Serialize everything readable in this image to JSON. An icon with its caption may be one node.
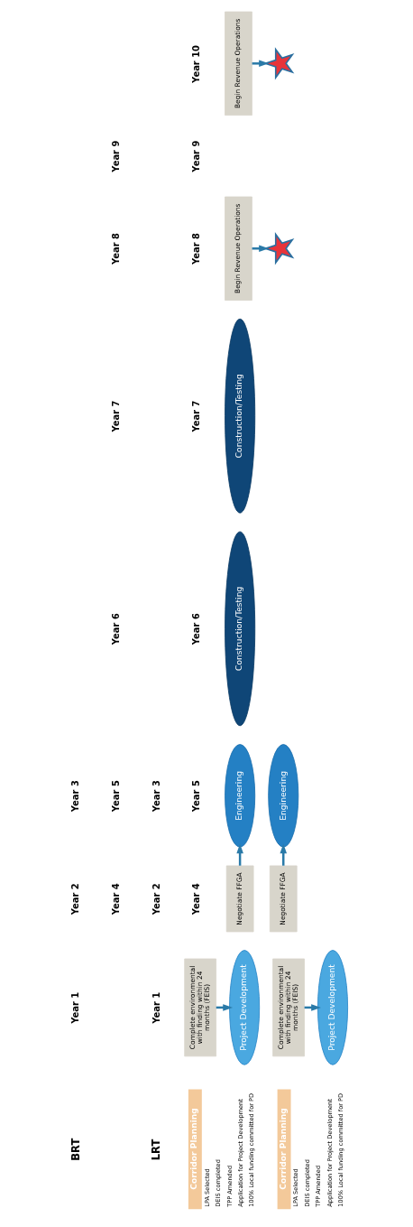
{
  "diagram": {
    "nodes": [
      {
        "text": [
          "Corridor Planning"
        ],
        "beside": [
          "LPA Selected",
          "DEIS completed",
          "TPP Amended",
          "Application for Project Development",
          "100% Local funding committed for PD"
        ]
      },
      {
        "text": [
          "Project Development"
        ]
      },
      {
        "text": [
          "Engineering"
        ]
      },
      {
        "text": [
          "Construction/Testing"
        ]
      },
      {
        "text": [],
        "shape": "star"
      },
      {
        "text": [
          "Complete environmental with finding within 24 months (FEIS)"
        ]
      },
      {
        "text": [
          "Negotiate FFGA"
        ]
      },
      {
        "text": [
          "Begin Revenue Operations"
        ]
      },
      {
        "text": [
          "Corridor Planning"
        ],
        "beside": [
          "LPA Selected",
          "DEIS completed",
          "TPP Amended",
          "Application for Project Development",
          "100% Local funding committed for PD"
        ]
      },
      {
        "text": [
          "Project Development"
        ]
      },
      {
        "text": [
          "Engineering"
        ]
      },
      {
        "text": [
          "Construction/Testing"
        ]
      },
      {
        "text": [],
        "shape": "star"
      },
      {
        "text": [
          "Complete environmental with finding within 24 months (FEIS)"
        ]
      },
      {
        "text": [
          "Negotiate FFGA"
        ]
      },
      {
        "text": [
          "Begin Revenue Operations"
        ]
      }
    ],
    "edges": [
      {
        "from": 5,
        "to": 1,
        "arrow": "to"
      },
      {
        "from": 6,
        "to": 2,
        "arrow": "to"
      },
      {
        "from": 7,
        "to": 4,
        "arrow": "to"
      },
      {
        "from": 13,
        "to": 9,
        "arrow": "to"
      },
      {
        "from": 14,
        "to": 10,
        "arrow": "to"
      },
      {
        "from": 15,
        "to": 12,
        "arrow": "to"
      }
    ],
    "labels": [
      "LRT",
      "Year 1",
      "Year 2",
      "Year 3",
      "Year 4",
      "Year 5",
      "Year 6",
      "Year 7",
      "Year 8",
      "Year 9",
      "Year 10",
      "BRT",
      "Year 1",
      "Year 2",
      "Year 3",
      "Year 4",
      "Year 5",
      "Year 6",
      "Year 7",
      "Year 8",
      "Year 9"
    ]
  }
}
